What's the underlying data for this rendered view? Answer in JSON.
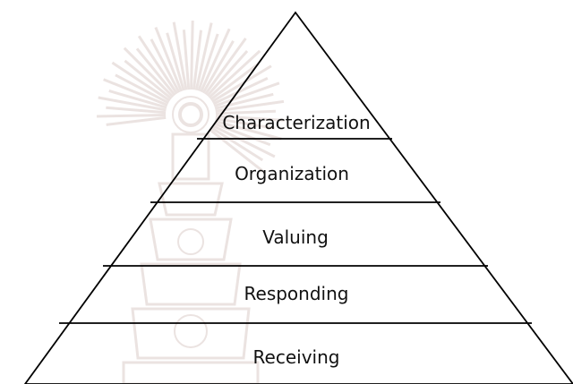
{
  "diagram": {
    "type": "pyramid",
    "levels_top_to_bottom": [
      "Characterization",
      "Organization",
      "Valuing",
      "Responding",
      "Receiving"
    ]
  },
  "colors": {
    "line": "#000000",
    "text": "#111111",
    "watermark": "#ebe3e1",
    "background": "#ffffff"
  },
  "watermark": {
    "icon": "university-seal-emblem"
  }
}
